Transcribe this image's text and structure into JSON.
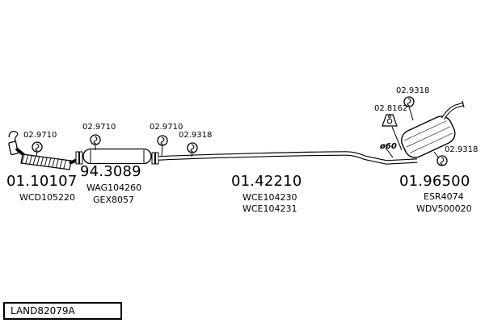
{
  "diagram": {
    "drawing_code": "LAND82079A",
    "pipe_diameter": "ø60",
    "colors": {
      "line": "#000000",
      "background": "#ffffff"
    },
    "parts": [
      {
        "number": "01.10107",
        "codes": [
          "WCD105220"
        ]
      },
      {
        "number": "94.3089",
        "codes": [
          "WAG104260",
          "GEX8057"
        ]
      },
      {
        "number": "01.42210",
        "codes": [
          "WCE104230",
          "WCE104231"
        ]
      },
      {
        "number": "01.96500",
        "codes": [
          "ESR4074",
          "WDV500020"
        ]
      }
    ],
    "fittings": [
      {
        "number": "02.9710",
        "icon": "hanger-ring-icon"
      },
      {
        "number": "02.9710",
        "icon": "hanger-ring-icon"
      },
      {
        "number": "02.9710",
        "icon": "hanger-ring-icon"
      },
      {
        "number": "02.9318",
        "icon": "hanger-ring-icon"
      },
      {
        "number": "02.9318",
        "icon": "hanger-ring-icon"
      },
      {
        "number": "02.8162",
        "icon": "bracket-mount-icon"
      },
      {
        "number": "02.9318",
        "icon": "hanger-ring-icon"
      }
    ]
  }
}
